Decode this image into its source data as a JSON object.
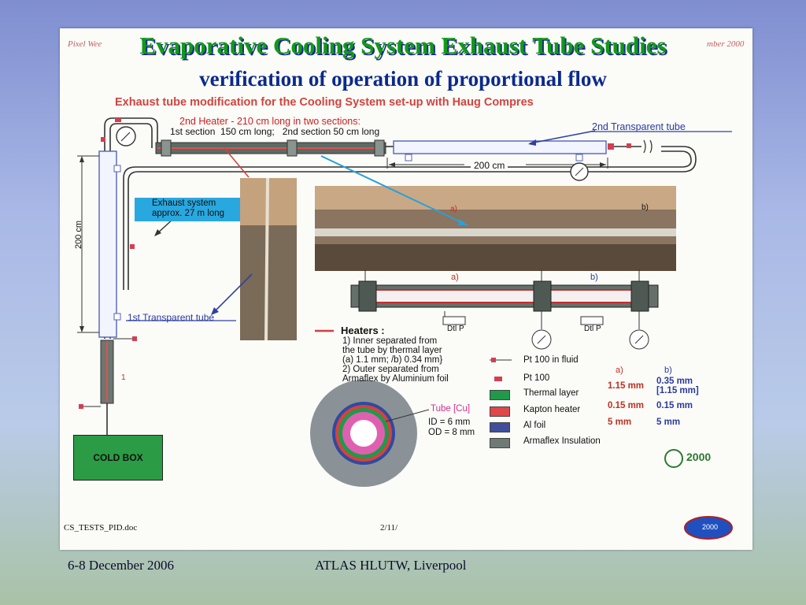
{
  "slide": {
    "title_line1": "Evaporative Cooling System Exhaust Tube Studies",
    "title_line2": "verification of operation of proportional flow",
    "footer_date": "6-8 December 2006",
    "footer_event": "ATLAS HLUTW, Liverpool"
  },
  "sheet": {
    "corner_left": "Pixel Wee",
    "corner_right": "mber 2000",
    "heading": "Exhaust tube modification for the Cooling System set-up with Haug Compres",
    "heater_title": "2nd Heater - 210 cm long in two sections:",
    "heater_sections": "1st section  150 cm long;   2nd section 50 cm long",
    "transparent2": "2nd Transparent tube",
    "transparent1": "1st Transparent tube",
    "dim_200_h": "200 cm",
    "dim_200_v": "200 cm",
    "exhaust_box": "Exhaust system\napprox. 27 m long",
    "photo_a": "a)",
    "photo_b": "b)",
    "heater_a": "a)",
    "heater_b": "b)",
    "dtlp1": "Dtl P",
    "dtlp2": "Dtl P",
    "heaters_title": "Heaters :",
    "heaters_notes": [
      "1) Inner separated from",
      "the tube by thermal layer",
      "(a) 1.1 mm; /b) 0.34 mm}",
      "2) Outer separated from",
      "Armaflex by Aluminium foil"
    ],
    "pt100_fluid": "Pt 100 in fluid",
    "pt100": "Pt 100",
    "legend": [
      {
        "label": "Thermal layer",
        "color": "#1f9a4a",
        "a": "1.15 mm",
        "b": "0.35 mm\n[1.15 mm]"
      },
      {
        "label": "Kapton heater",
        "color": "#e0484a",
        "a": "0.15 mm",
        "b": "0.15 mm"
      },
      {
        "label": "Al foil",
        "color": "#3f4f9c",
        "a": "5 mm",
        "b": "5 mm"
      },
      {
        "label": "Armaflex Insulation",
        "color": "#707a74",
        "a": "",
        "b": ""
      }
    ],
    "col_a": "a)",
    "col_b": "b)",
    "tube_cu": "Tube [Cu]",
    "tube_id": "ID = 6 mm",
    "tube_od": "OD = 8 mm",
    "cold_box": "COLD BOX",
    "marker_1": "1",
    "logo": "2000",
    "doc_name": "CS_TESTS_PID.doc",
    "page_num": "2/11/"
  }
}
